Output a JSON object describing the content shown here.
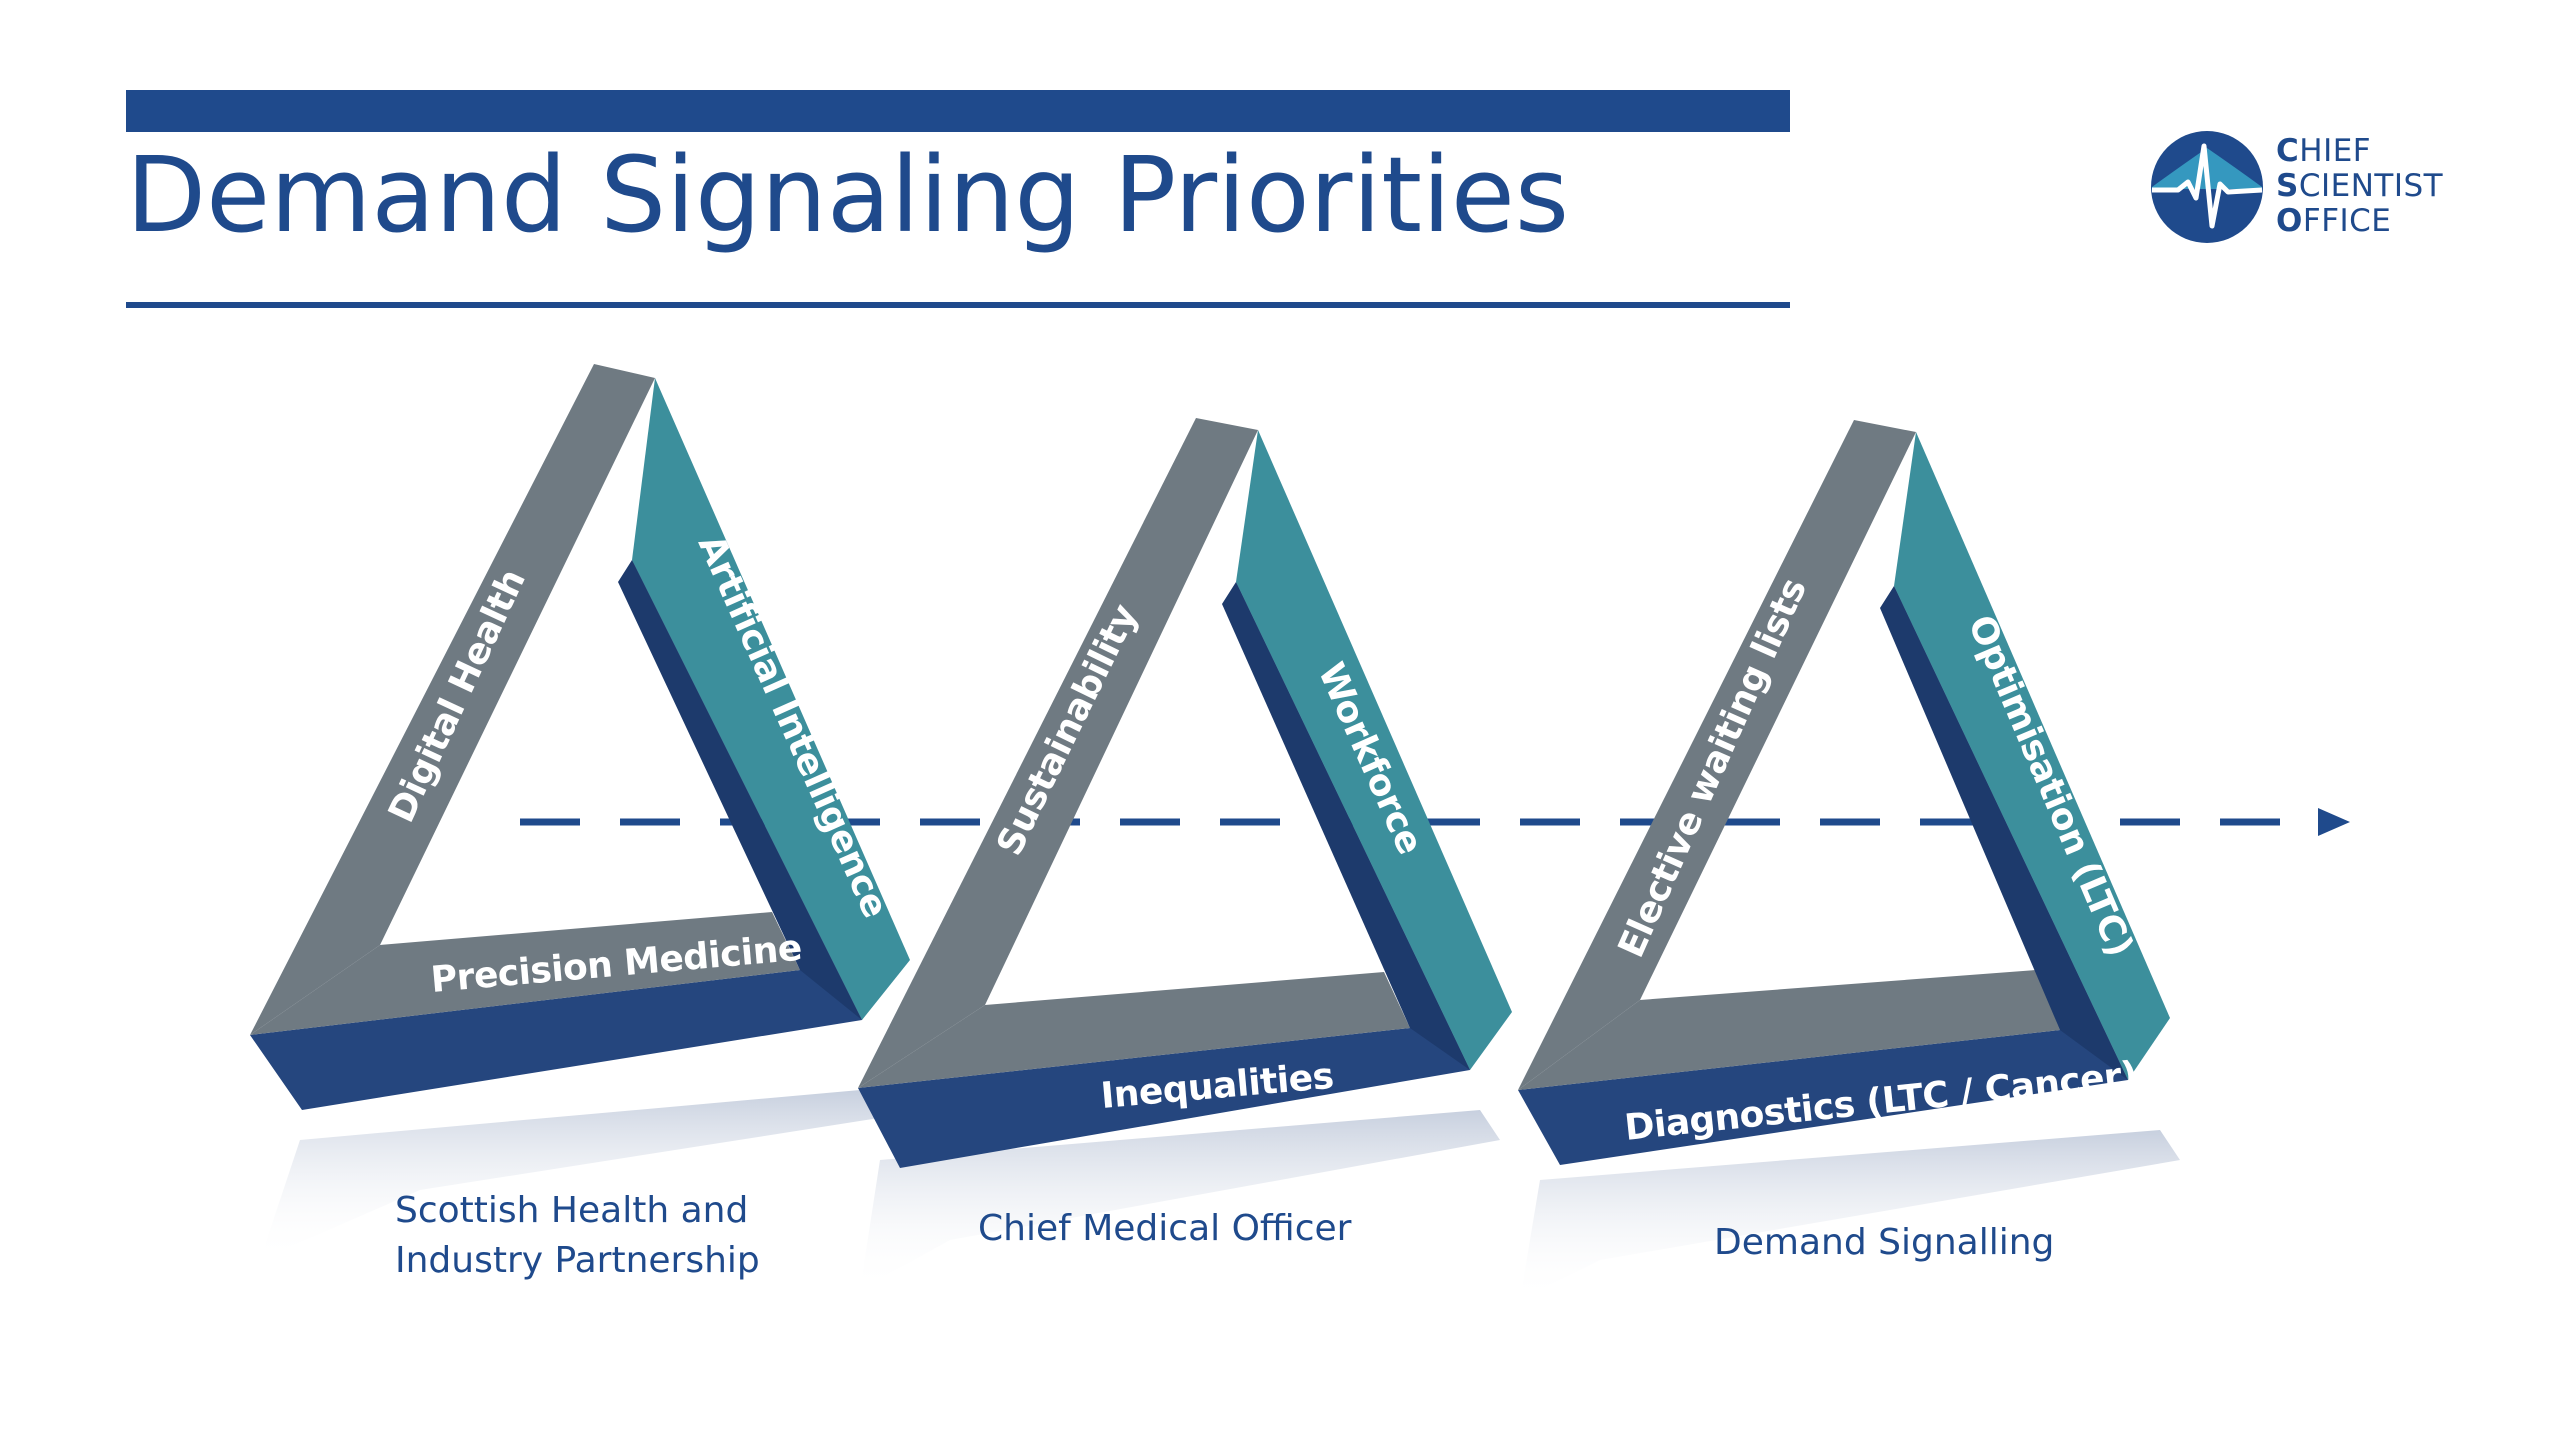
{
  "slide": {
    "title": "Demand Signaling Priorities",
    "logo": {
      "line1_initial": "C",
      "line1_rest": "HIEF",
      "line2_initial": "S",
      "line2_rest": "CIENTIST",
      "line3_initial": "O",
      "line3_rest": "FFICE",
      "icon": "heartbeat-circle-icon"
    }
  },
  "colors": {
    "navy": "#1f4a8c",
    "gray": "#6f7a82",
    "teal": "#3c8f9c",
    "dark_blue": "#25467e"
  },
  "triangles": [
    {
      "left_label": "Digital Health",
      "right_label": "Artificial Intelligence",
      "bottom_label": "Precision Medicine",
      "caption_lines": [
        "Scottish Health and",
        "Industry Partnership"
      ]
    },
    {
      "left_label": "Sustainability",
      "right_label": "Workforce",
      "bottom_label": "Inequalities",
      "caption_lines": [
        "Chief Medical Officer"
      ]
    },
    {
      "left_label": "Elective waiting lists",
      "right_label": "Optimisation (LTC)",
      "bottom_label": "Diagnostics (LTC / Cancer)",
      "caption_lines": [
        "Demand Signalling"
      ]
    }
  ],
  "flow_arrow": {
    "style": "dash-dot",
    "direction": "right"
  }
}
